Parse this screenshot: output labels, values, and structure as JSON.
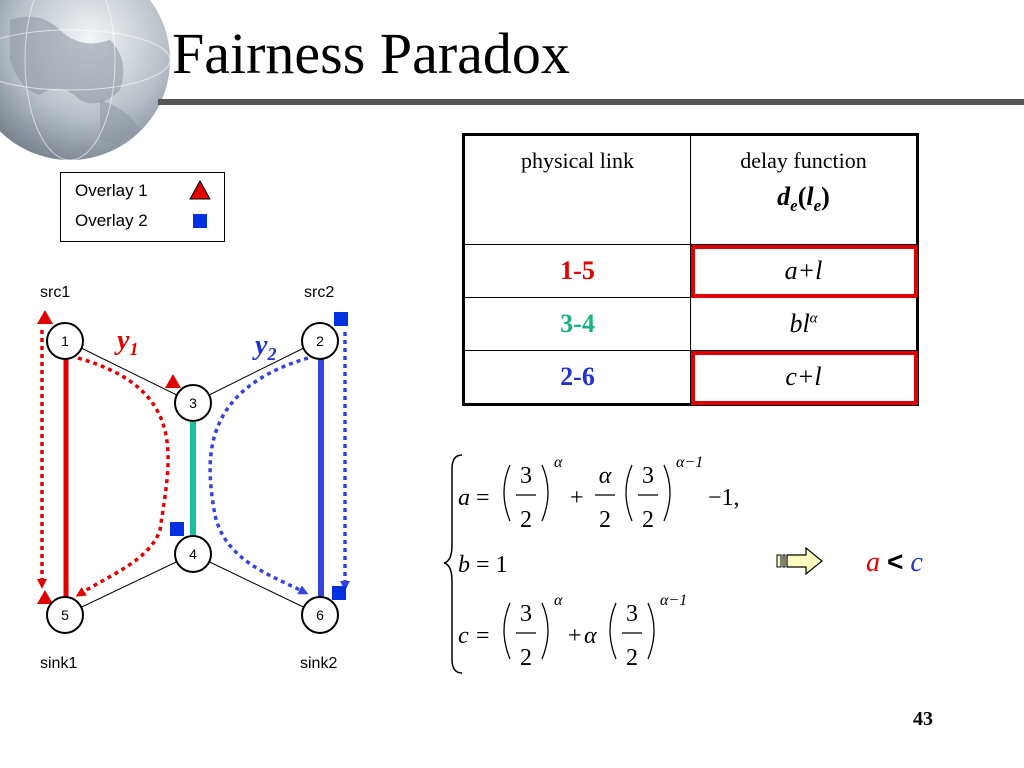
{
  "slide": {
    "title": "Fairness Paradox",
    "page_number": "43"
  },
  "legend": {
    "items": [
      {
        "label": "Overlay 1",
        "symbol": "triangle",
        "color": "#e00000"
      },
      {
        "label": "Overlay 2",
        "symbol": "square",
        "color": "#0030e0"
      }
    ]
  },
  "network": {
    "nodes": [
      {
        "id": "1"
      },
      {
        "id": "2"
      },
      {
        "id": "3"
      },
      {
        "id": "4"
      },
      {
        "id": "5"
      },
      {
        "id": "6"
      }
    ],
    "labels": {
      "src1": "src1",
      "src2": "src2",
      "sink1": "sink1",
      "sink2": "sink2",
      "y1_base": "y",
      "y1_sub": "1",
      "y2_base": "y",
      "y2_sub": "2"
    },
    "colors": {
      "overlay1": "#e00000",
      "overlay2": "#3344dd",
      "link34": "#19c0a0"
    }
  },
  "table": {
    "headers": {
      "col1": "physical link",
      "col2_line1": "delay function",
      "col2_d": "d",
      "col2_e1": "e",
      "col2_l": "l",
      "col2_e2": "e"
    },
    "rows": [
      {
        "link": "1-5",
        "link_color": "#e00000",
        "fn_main": "a+l",
        "fn_sup": "",
        "boxed": true
      },
      {
        "link": "3-4",
        "link_color": "#19b088",
        "fn_main": "bl",
        "fn_sup": "α",
        "boxed": false
      },
      {
        "link": "2-6",
        "link_color": "#2233cc",
        "fn_main": "c+l",
        "fn_sup": "",
        "boxed": true
      }
    ]
  },
  "equations": {
    "a_lhs": "a",
    "eq": "=",
    "three": "3",
    "two": "2",
    "alpha": "α",
    "alpha_minus_1": "α−1",
    "plus": "+",
    "minus_one": "−1,",
    "b_lhs": "b",
    "b_rhs": "= 1",
    "c_lhs": "c"
  },
  "result": {
    "left": "a",
    "op": "<",
    "right": "c",
    "left_color": "#e00000",
    "right_color": "#2233cc"
  }
}
